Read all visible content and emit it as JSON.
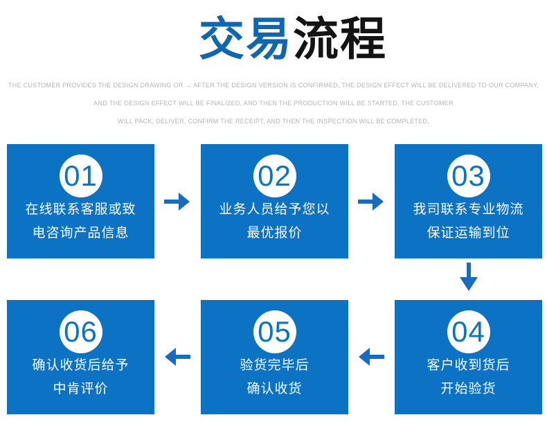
{
  "title": {
    "blue": "交易",
    "black": "流程"
  },
  "subtitle": {
    "lines": [
      "THE CUSTOMER PROVIDES THE DESIGN DRAWING OR → AFTER THE DESIGN VERSION IS CONFIRMED, THE DESIGN EFFECT WILL BE DELIVERED TO OUR COMPANY,",
      "AND THE DESIGN EFFECT WILL BE FINALIZED, AND THEN THE PRODUCTION WILL BE STARTED, THE CUSTOMER",
      "WILL PACK, DELIVER, CONFIRM THE RECEIPT, AND THEN THE INSPECTION WILL BE COMPLETED."
    ]
  },
  "steps": [
    {
      "number": "01",
      "lines": [
        "在线联系客服或致",
        "电咨询产品信息"
      ]
    },
    {
      "number": "02",
      "lines": [
        "业务人员给予您以",
        "最优报价"
      ]
    },
    {
      "number": "03",
      "lines": [
        "我司联系专业物流",
        "保证运输到位"
      ]
    },
    {
      "number": "04",
      "lines": [
        "客户收到货后",
        "开始验货"
      ]
    },
    {
      "number": "05",
      "lines": [
        "验货完毕后",
        "确认收货"
      ]
    },
    {
      "number": "06",
      "lines": [
        "确认收货后给予",
        "中肯评价"
      ]
    }
  ],
  "arrows": [
    {
      "name": "arrow-right-step1-to-step2",
      "direction": "right"
    },
    {
      "name": "arrow-right-step2-to-step3",
      "direction": "right"
    },
    {
      "name": "arrow-down-step3-to-step4",
      "direction": "down"
    },
    {
      "name": "arrow-left-step4-to-step5",
      "direction": "left"
    },
    {
      "name": "arrow-left-step5-to-step6",
      "direction": "left"
    }
  ],
  "colors": {
    "title_blue": "#1166b4",
    "title_black": "#141414",
    "box_blue": "#0c72c4",
    "arrow_blue": "#156cc0",
    "subtitle_gray": "#b5b5b5",
    "step_text_white": "#ffffff"
  }
}
